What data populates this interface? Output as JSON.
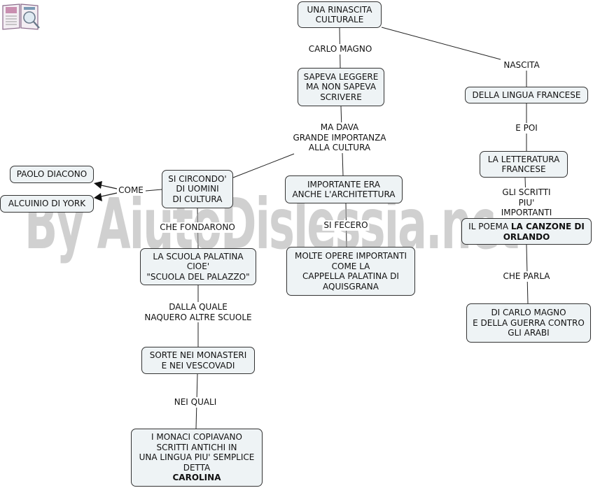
{
  "watermark": "By AiutoDislessia.net",
  "logo_icon": "book-magnifier-icon",
  "nodes": {
    "rinascita": "UNA RINASCITA\nCULTURALE",
    "sapeva": "SAPEVA LEGGERE\nMA NON SAPEVA\nSCRIVERE",
    "lingua_francese": "DELLA LINGUA FRANCESE",
    "letteratura": "LA LETTERATURA\nFRANCESE",
    "poema_prefix": "IL POEMA ",
    "poema_bold": "LA CANZONE DI\nORLANDO",
    "carlo_guerra": "DI CARLO MAGNO\nE DELLA GUERRA CONTRO\nGLI ARABI",
    "paolo": "PAOLO DIACONO",
    "alcuinio": "ALCUINIO DI YORK",
    "circondo": "SI CIRCONDO'\nDI UOMINI\nDI CULTURA",
    "architettura": "IMPORTANTE ERA\nANCHE L'ARCHITETTURA",
    "opere": "MOLTE OPERE IMPORTANTI\nCOME LA\nCAPPELLA PALATINA DI\nAQUISGRANA",
    "palatina": "LA SCUOLA PALATINA\nCIOE'\n\"SCUOLA DEL PALAZZO\"",
    "monasteri": "SORTE NEI MONASTERI\nE NEI VESCOVADI",
    "monaci": "I MONACI COPIAVANO\nSCRITTI ANTICHI IN\nUNA LINGUA PIU' SEMPLICE\nDETTA",
    "carolina": "CAROLINA"
  },
  "links": {
    "carlo_magno": "CARLO MAGNO",
    "nascita": "NASCITA",
    "ma_dava": "MA DAVA\nGRANDE IMPORTANZA\nALLA CULTURA",
    "e_poi": "E POI",
    "gli_scritti": "GLI SCRITTI\nPIU' IMPORTANTI",
    "che_parla": "CHE PARLA",
    "come": "COME",
    "che_fondarono": "CHE FONDARONO",
    "si_fecero": "SI FECERO",
    "dalla_quale": "DALLA QUALE\nNAQUERO ALTRE SCUOLE",
    "nei_quali": "NEI QUALI"
  }
}
